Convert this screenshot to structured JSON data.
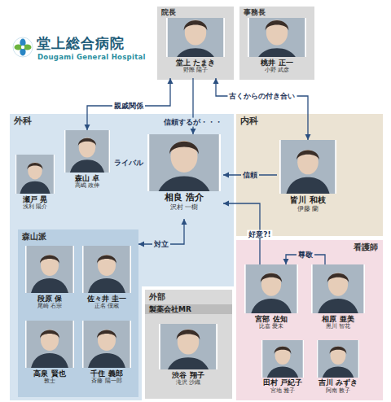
{
  "diagram": {
    "title": "堂上総合病院",
    "nodes": [
      {
        "text": [
          "院長"
        ]
      },
      {
        "text": [
          "堂上 たまき",
          "野際 陽子"
        ],
        "in": 0
      },
      {
        "text": [
          "事務長"
        ]
      },
      {
        "text": [
          "桃井 正一",
          "小野 武彦"
        ],
        "in": 2
      },
      {
        "text": [
          "外科"
        ]
      },
      {
        "text": [
          "瀬戸 晃",
          "浅利 陽介"
        ],
        "in": 4
      },
      {
        "text": [
          "森山 卓",
          "高嶋 政伸"
        ],
        "in": 4
      },
      {
        "text": [
          "相良 浩介",
          "沢村 一樹"
        ],
        "in": 4
      },
      {
        "text": [
          "内科"
        ]
      },
      {
        "text": [
          "皆川 和枝",
          "伊藤 蘭"
        ],
        "in": 8
      },
      {
        "text": [
          "森山派"
        ],
        "in": 4
      },
      {
        "text": [
          "段原 保",
          "尾崎 右宗"
        ],
        "in": 10
      },
      {
        "text": [
          "佐々井 圭一",
          "正名 僕蔵"
        ],
        "in": 10
      },
      {
        "text": [
          "高泉 賢也",
          "敦士"
        ],
        "in": 10
      },
      {
        "text": [
          "千住 義郎",
          "斉藤 陽一郎"
        ],
        "in": 10
      },
      {
        "text": [
          "外部",
          "製薬会社MR"
        ]
      },
      {
        "text": [
          "渋谷 翔子",
          "滝沢 沙織"
        ],
        "in": 15
      },
      {
        "text": [
          "看護師"
        ]
      },
      {
        "text": [
          "宮部 佐知",
          "比嘉 愛未"
        ],
        "in": 17
      },
      {
        "text": [
          "相原 亜美",
          "黒川 智花"
        ],
        "in": 17
      },
      {
        "text": [
          "田村 戸紀子",
          "宮地 雅子"
        ],
        "in": 17
      },
      {
        "text": [
          "吉川 みずき",
          "阿南 敦子"
        ],
        "in": 17
      }
    ],
    "edges": [
      {
        "from": 1,
        "to": 6,
        "label": "親戚関係",
        "arrow": "both"
      },
      {
        "from": 1,
        "to": 7,
        "label": "信頼するが・・・",
        "arrow": "to"
      },
      {
        "from": 1,
        "to": 9,
        "label": "古くからの付き合い",
        "arrow": "both"
      },
      {
        "from": 6,
        "to": 7,
        "label": "ライバル",
        "arrow": "both"
      },
      {
        "from": 9,
        "to": 7,
        "label": "信頼",
        "arrow": "to"
      },
      {
        "from": 10,
        "to": 7,
        "label": "対立",
        "arrow": "both"
      },
      {
        "from": 18,
        "to": 7,
        "label": "好意?!",
        "arrow": "to"
      },
      {
        "from": 19,
        "to": 18,
        "label": "尊敬",
        "arrow": "to"
      }
    ],
    "labels": [
      "Dougami General Hospital"
    ]
  }
}
